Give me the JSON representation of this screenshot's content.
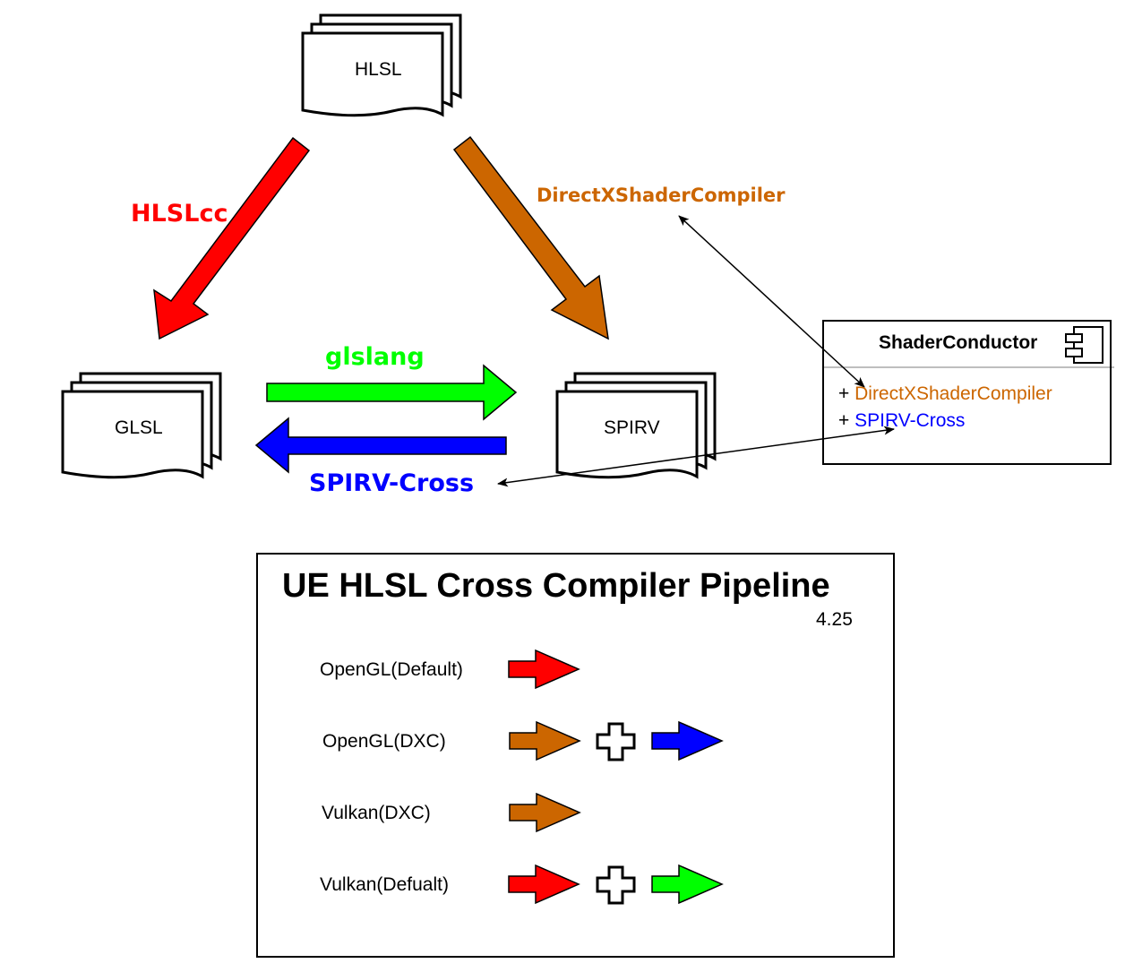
{
  "documents": {
    "hlsl": "HLSL",
    "glsl": "GLSL",
    "spirv": "SPIRV"
  },
  "arrows": {
    "hlslcc": {
      "label": "HLSLcc",
      "color": "#ff0000"
    },
    "dxc": {
      "label": "DirectXShaderCompiler",
      "color": "#cc6600"
    },
    "glslang": {
      "label": "glslang",
      "color": "#00ff00"
    },
    "spirv_cross": {
      "label": "SPIRV-Cross",
      "color": "#0000ff"
    }
  },
  "component": {
    "title": "ShaderConductor",
    "items": [
      {
        "prefix": "+ ",
        "label": "DirectXShaderCompiler",
        "color": "#cc6600"
      },
      {
        "prefix": "+ ",
        "label": "SPIRV-Cross",
        "color": "#0000ff"
      }
    ]
  },
  "legend": {
    "title": "UE HLSL Cross Compiler Pipeline",
    "version": "4.25",
    "rows": [
      {
        "label": "OpenGL(Default)",
        "arrows": [
          "#ff0000"
        ]
      },
      {
        "label": "OpenGL(DXC)",
        "arrows": [
          "#cc6600",
          "plus",
          "#0000ff"
        ]
      },
      {
        "label": "Vulkan(DXC)",
        "arrows": [
          "#cc6600"
        ]
      },
      {
        "label": "Vulkan(Defualt)",
        "arrows": [
          "#ff0000",
          "plus",
          "#00ff00"
        ]
      }
    ]
  }
}
